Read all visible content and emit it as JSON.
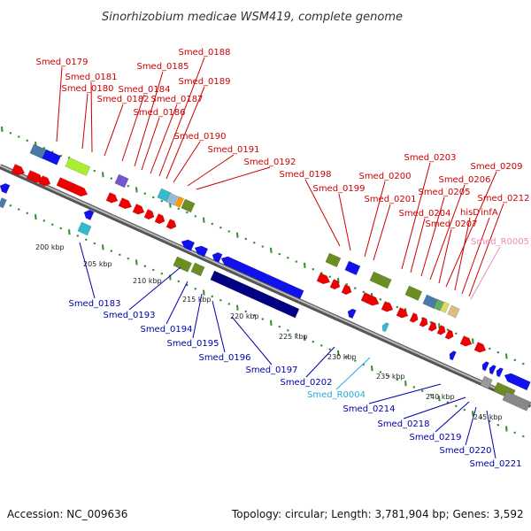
{
  "title": "Sinorhizobium medicae WSM419, complete genome",
  "footer": {
    "accession": "Accession: NC_009636",
    "topology": "Topology: circular; Length: 3,781,904 bp; Genes: 3,592"
  },
  "colors": {
    "backbone": "#8c8c8c",
    "tick": "#2f8f2f",
    "forward_label": "#cc0000",
    "reverse_label": "#0000aa",
    "rna_forward_label": "#ee88bb",
    "rna_reverse_label": "#22aadd",
    "forward_cds": "#ee0000",
    "reverse_cds": "#1111ee",
    "feature_green": "#6b8e23",
    "feature_lime": "#aaee33",
    "feature_steel": "#4a7aaa",
    "feature_cyan": "#33bbcc",
    "feature_purple": "#7755cc",
    "feature_orange": "#ff9900",
    "feature_navy": "#000080",
    "feature_grey": "#888888"
  },
  "kbp_labels": [
    "200 kbp",
    "205 kbp",
    "210 kbp",
    "215 kbp",
    "220 kbp",
    "225 kbp",
    "230 kbp",
    "235 kbp",
    "240 kbp",
    "245 kbp"
  ],
  "forward_labels": [
    "Smed_0179",
    "Smed_0180",
    "Smed_0181",
    "Smed_0182",
    "Smed_0184",
    "Smed_0185",
    "Smed_0186",
    "Smed_0187",
    "Smed_0188",
    "Smed_0189",
    "Smed_0190",
    "Smed_0191",
    "Smed_0192",
    "Smed_0198",
    "Smed_0199",
    "Smed_0200",
    "Smed_0201",
    "Smed_0203",
    "Smed_0204",
    "Smed_0205",
    "Smed_0206",
    "Smed_0207",
    "Smed_0209",
    "hisD",
    "infA",
    "Smed_0212",
    "Smed_R0005"
  ],
  "reverse_labels": [
    "Smed_0183",
    "Smed_0193",
    "Smed_0194",
    "Smed_0195",
    "Smed_0196",
    "Smed_0197",
    "Smed_0202",
    "Smed_R0004",
    "Smed_0214",
    "Smed_0218",
    "Smed_0219",
    "Smed_0220",
    "Smed_0221"
  ]
}
